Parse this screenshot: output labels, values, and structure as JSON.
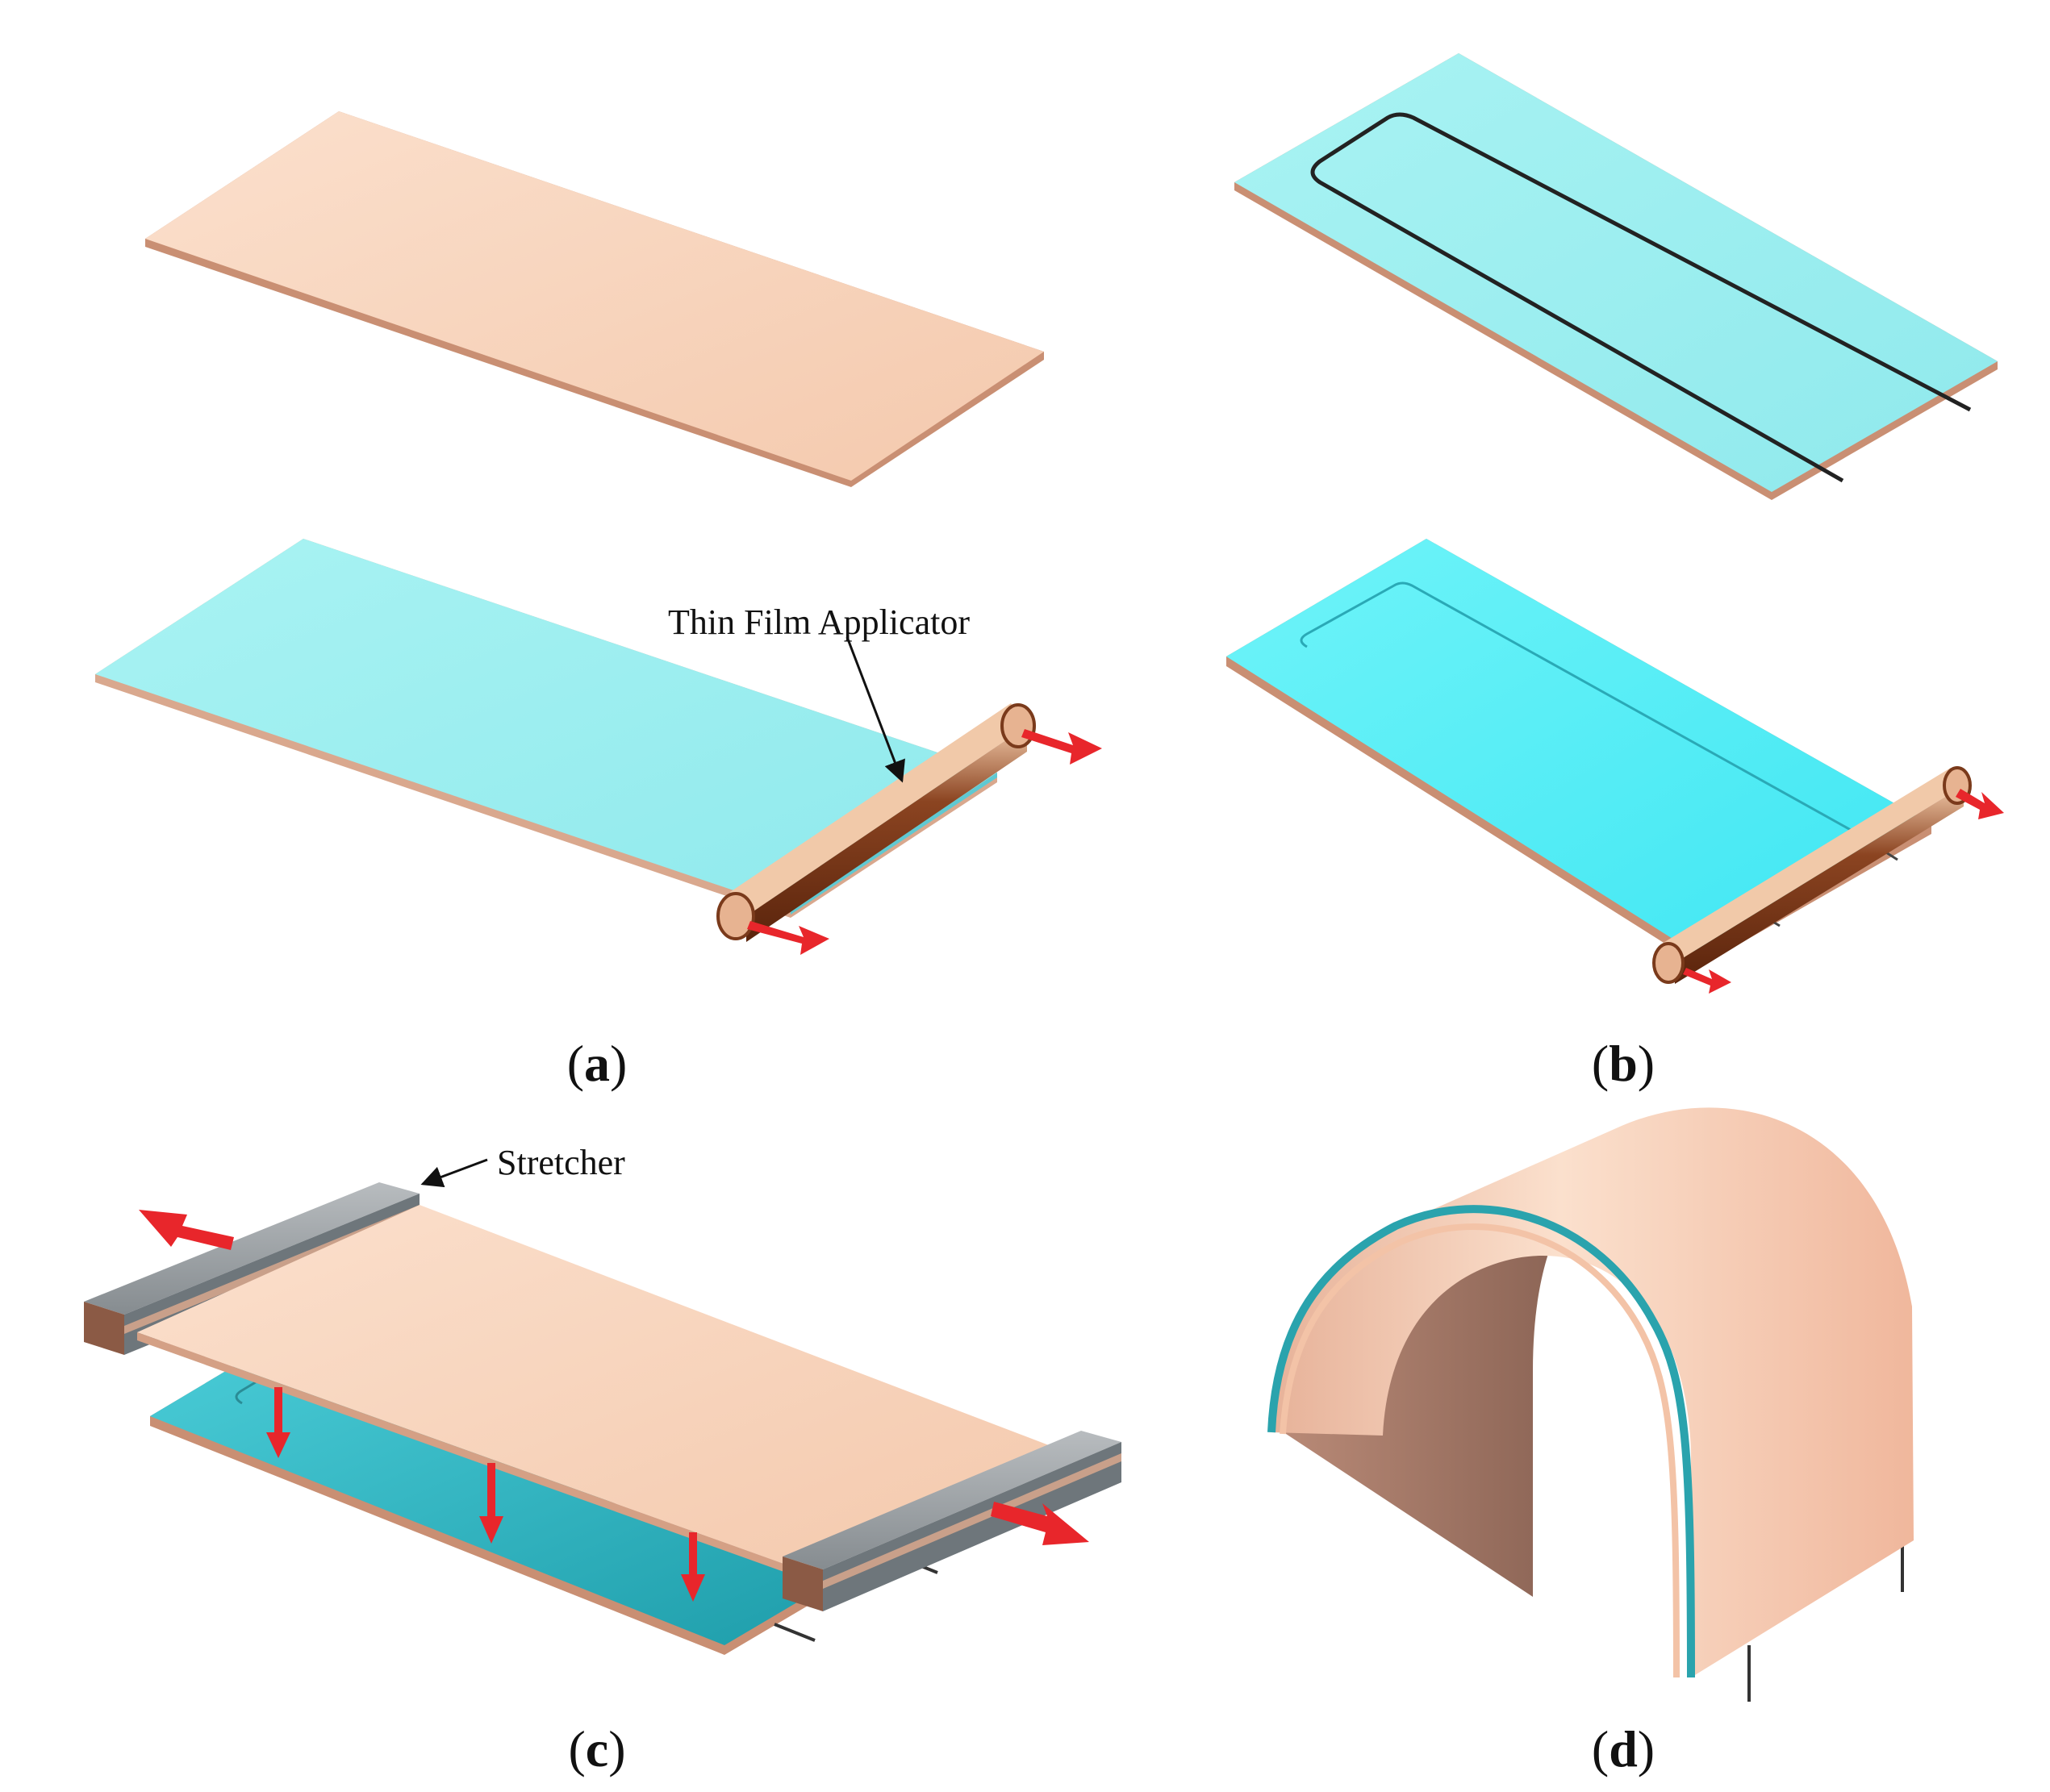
{
  "figure": {
    "panels": [
      {
        "id": "a",
        "label": "a"
      },
      {
        "id": "b",
        "label": "b"
      },
      {
        "id": "c",
        "label": "c"
      },
      {
        "id": "d",
        "label": "d"
      }
    ],
    "annotations": {
      "applicator": "Thin Film Applicator",
      "stretcher": "Stretcher"
    },
    "colors": {
      "copper": "#f9d6bf",
      "copper_edge": "#c98f73",
      "film_light": "#9ef0f0",
      "film_bright": "#5cf2f8",
      "film_dark": "#2ab7c4",
      "applicator_brown": "#6b2e12",
      "stretcher_gray": "#9aa0a4",
      "arrow_red": "#e8262b",
      "wire": "#222222"
    }
  }
}
